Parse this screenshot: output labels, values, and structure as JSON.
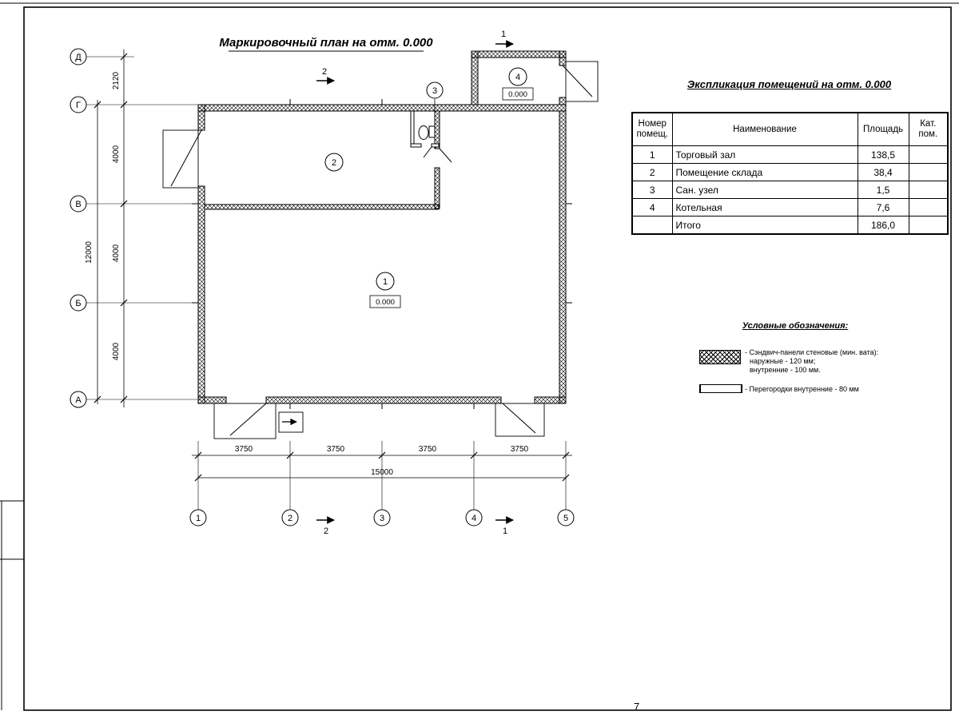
{
  "page": {
    "number": "7"
  },
  "plan": {
    "title": "Маркировочный план на отм. 0.000",
    "axes": {
      "left": [
        "Д",
        "Г",
        "В",
        "Б",
        "А"
      ],
      "bottom": [
        "1",
        "2",
        "3",
        "4",
        "5"
      ]
    },
    "dims": {
      "left": [
        "2120",
        "4000",
        "4000",
        "4000"
      ],
      "left_total": "12000",
      "bottom": [
        "3750",
        "3750",
        "3750",
        "3750"
      ],
      "bottom_total": "15000"
    },
    "rooms": {
      "r1": {
        "num": "1",
        "level": "0.000"
      },
      "r2": {
        "num": "2"
      },
      "r3": {
        "num": "3"
      },
      "r4": {
        "num": "4",
        "level": "0.000"
      }
    },
    "sections": {
      "s1": "1",
      "s2": "2"
    }
  },
  "table": {
    "title": "Экспликация помещений на отм. 0.000",
    "headers": {
      "num": "Номер\nпомещ.",
      "name": "Наименование",
      "area": "Площадь",
      "cat": "Кат.\nпом."
    },
    "rows": [
      {
        "num": "1",
        "name": "Торговый зал",
        "area": "138,5",
        "cat": ""
      },
      {
        "num": "2",
        "name": "Помещение склада",
        "area": "38,4",
        "cat": ""
      },
      {
        "num": "3",
        "name": "Сан. узел",
        "area": "1,5",
        "cat": ""
      },
      {
        "num": "4",
        "name": "Котельная",
        "area": "7,6",
        "cat": ""
      },
      {
        "num": "",
        "name": "Итого",
        "area": "186,0",
        "cat": ""
      }
    ]
  },
  "legend": {
    "title": "Условные обозначения:",
    "items": [
      {
        "lines": [
          "- Сэндвич-панели стеновые (мин. вата):",
          "наружные - 120 мм;",
          "внутренние - 100 мм."
        ]
      },
      {
        "lines": [
          "- Перегородки внутренние - 80 мм"
        ]
      }
    ]
  }
}
